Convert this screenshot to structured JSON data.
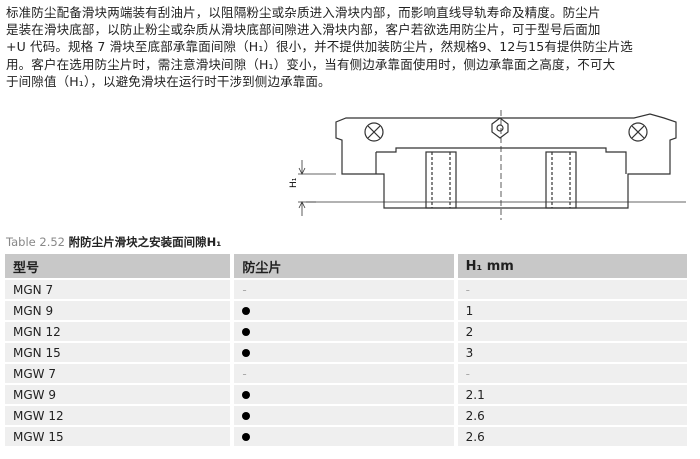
{
  "paragraph": {
    "lines": [
      "标准防尘配备滑块两端装有刮油片，以阻隔粉尘或杂质进入滑块内部，而影响直线导轨寿命及精度。防尘片",
      "是装在滑块底部，以防止粉尘或杂质从滑块底部间隙进入滑块内部，客户若欲选用防尘片，可于型号后面加",
      "+U 代码。规格 7 滑块至底部承靠面间隙（H₁）很小，并不提供加装防尘片，然规格9、12与15有提供防尘片选",
      "用。客户在选用防尘片时，需注意滑块间隙（H₁）变小，当有侧边承靠面使用时，侧边承靠面之高度，不可大",
      "于间隙值（H₁），以避免滑块在运行时干涉到侧边承靠面。"
    ]
  },
  "drawing": {
    "dimension_label": "H₁"
  },
  "table": {
    "caption_number": "Table 2.52",
    "caption_title": "附防尘片滑块之安装面间隙H₁",
    "headers": [
      "型号",
      "防尘片",
      "H₁ mm"
    ],
    "rows": [
      {
        "model": "MGN 7",
        "dust_plate": "-",
        "has_plate": false,
        "h1": "-"
      },
      {
        "model": "MGN 9",
        "dust_plate": "●",
        "has_plate": true,
        "h1": "1"
      },
      {
        "model": "MGN 12",
        "dust_plate": "●",
        "has_plate": true,
        "h1": "2"
      },
      {
        "model": "MGN 15",
        "dust_plate": "●",
        "has_plate": true,
        "h1": "3"
      },
      {
        "model": "MGW 7",
        "dust_plate": "-",
        "has_plate": false,
        "h1": "-"
      },
      {
        "model": "MGW 9",
        "dust_plate": "●",
        "has_plate": true,
        "h1": "2.1"
      },
      {
        "model": "MGW 12",
        "dust_plate": "●",
        "has_plate": true,
        "h1": "2.6"
      },
      {
        "model": "MGW 15",
        "dust_plate": "●",
        "has_plate": true,
        "h1": "2.6"
      }
    ]
  }
}
